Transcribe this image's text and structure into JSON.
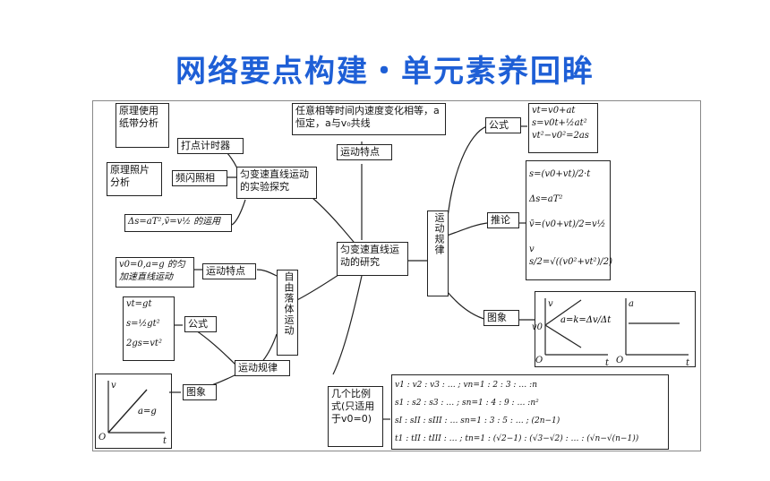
{
  "title": "网络要点构建・单元素养回眸",
  "center": "匀变速直线运动的研究",
  "experiment": {
    "label": "匀变速直线运动的实验探究",
    "tick_timer": "打点计时器",
    "tick_note": "原理使用纸带分析",
    "flash": "频闪照相",
    "flash_note": "原理照片分析",
    "formula": "Δs=aT²,v̄=v½ 的运用"
  },
  "motion_features": {
    "label": "运动特点",
    "desc": "任意相等时间内速度变化相等，a恒定，a与v₀共线"
  },
  "motion_law": {
    "label": "运动规律",
    "formula_label": "公式",
    "formulas": [
      "vt=v0+at",
      "s=v0t+½at²",
      "vt²−v0²=2as"
    ],
    "inference_label": "推论",
    "inferences": [
      "s=(v0+vt)/2·t",
      "Δs=aT²",
      "v̄=(v0+vt)/2=v½",
      "v s/2=√((v0²+vt²)/2)"
    ],
    "graph_label": "图象",
    "graph_eq": "a=k=Δv/Δt"
  },
  "free_fall": {
    "label": "自由落体运动",
    "feature_label": "运动特点",
    "feature_desc": "v0=0,a=g 的匀加速直线运动",
    "law_label": "运动规律",
    "formula_label": "公式",
    "formulas": [
      "vt=gt",
      "s=½gt²",
      "2gs=vt²"
    ],
    "graph_label": "图象",
    "graph_eq": "a=g"
  },
  "ratios": {
    "label": "几个比例式(只适用于v0=0)",
    "lines": [
      "v1 : v2 : v3 : … ;  vn=1 : 2 : 3 : … :n",
      "s1 : s2 : s3 : … ;  sn=1 : 4 : 9 : … :n²",
      "sI : sII : sIII : … sn=1 : 3 : 5 : … ;  (2n−1)",
      "t1 : tII : tIII : … ;  tn=1 : (√2−1) : (√3−√2) : … : (√n−√(n−1))"
    ]
  },
  "axis": {
    "v": "v",
    "t": "t",
    "a": "a",
    "o": "O",
    "v0": "v0"
  },
  "colors": {
    "title": "#1e5fd6",
    "line": "#222222"
  }
}
